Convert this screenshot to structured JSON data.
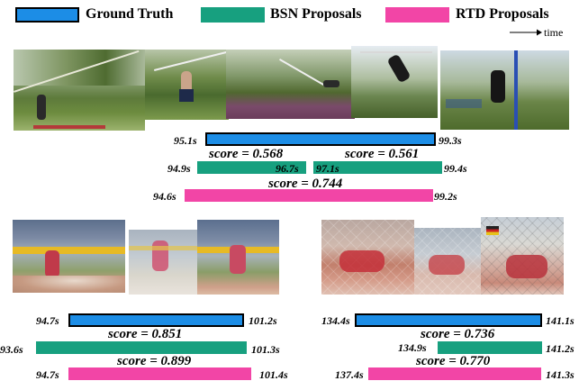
{
  "colors": {
    "ground_truth": "#1c8de6",
    "bsn": "#17a07f",
    "rtd": "#f245a6"
  },
  "legend": {
    "ground_truth": "Ground Truth",
    "bsn": "BSN Proposals",
    "rtd": "RTD Proposals",
    "time": "time"
  },
  "panel1": {
    "gt_start": "95.1s",
    "gt_end": "99.3s",
    "score_a": "score = 0.568",
    "score_b": "score = 0.561",
    "bsn_start": "94.9s",
    "bsn_mid_a": "96.7s",
    "bsn_mid_b": "97.1s",
    "bsn_end": "99.4s",
    "rtd_score": "score = 0.744",
    "rtd_start": "94.6s",
    "rtd_end": "99.2s"
  },
  "panel2": {
    "gt_start": "94.7s",
    "gt_end": "101.2s",
    "bsn_score": "score = 0.851",
    "bsn_start": "93.6s",
    "bsn_end": "101.3s",
    "rtd_score": "score = 0.899",
    "rtd_start": "94.7s",
    "rtd_end": "101.4s"
  },
  "panel3": {
    "gt_start": "134.4s",
    "gt_end": "141.1s",
    "bsn_score": "score = 0.736",
    "bsn_start": "134.9s",
    "bsn_end": "141.2s",
    "rtd_score": "score = 0.770",
    "rtd_start": "137.4s",
    "rtd_end": "141.3s"
  }
}
